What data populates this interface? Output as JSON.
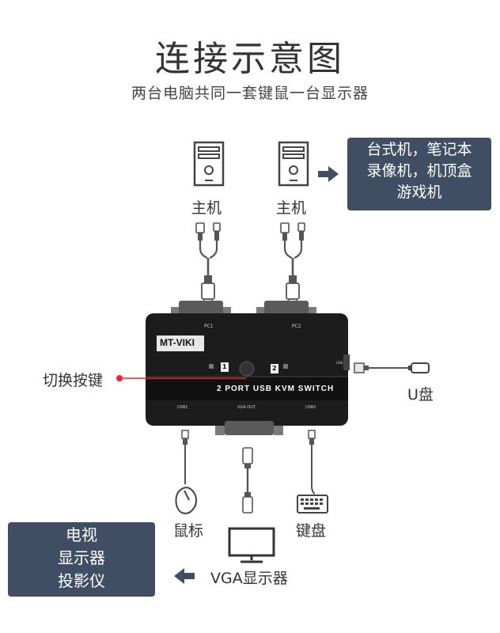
{
  "title": "连接示意图",
  "subtitle": "两台电脑共同一套键鼠一台显示器",
  "host_label_left": "主机",
  "host_label_right": "主机",
  "devices_box": [
    "台式机，笔记本",
    "录像机，机顶盒",
    "游戏机"
  ],
  "switch_button_label": "切换按键",
  "usb_disk_label": "U盘",
  "mouse_label": "鼠标",
  "keyboard_label": "键盘",
  "monitor_label": "VGA显示器",
  "display_box": [
    "电视",
    "显示器",
    "投影仪"
  ],
  "kvm": {
    "brand": "MT-VIKI",
    "model_text": "2 PORT USB KVM SWITCH",
    "port_pc1": "PC1",
    "port_pc2": "PC2",
    "port_usb1": "USB1",
    "port_vga_out": "VGA OUT",
    "port_usb2": "USB2",
    "port_usb_side": "USB",
    "indicator_1": "1",
    "indicator_2": "2"
  },
  "colors": {
    "box_bg": "#3f4e63",
    "pointer_red": "#e5282c",
    "device_body": "#1c1c1c"
  }
}
